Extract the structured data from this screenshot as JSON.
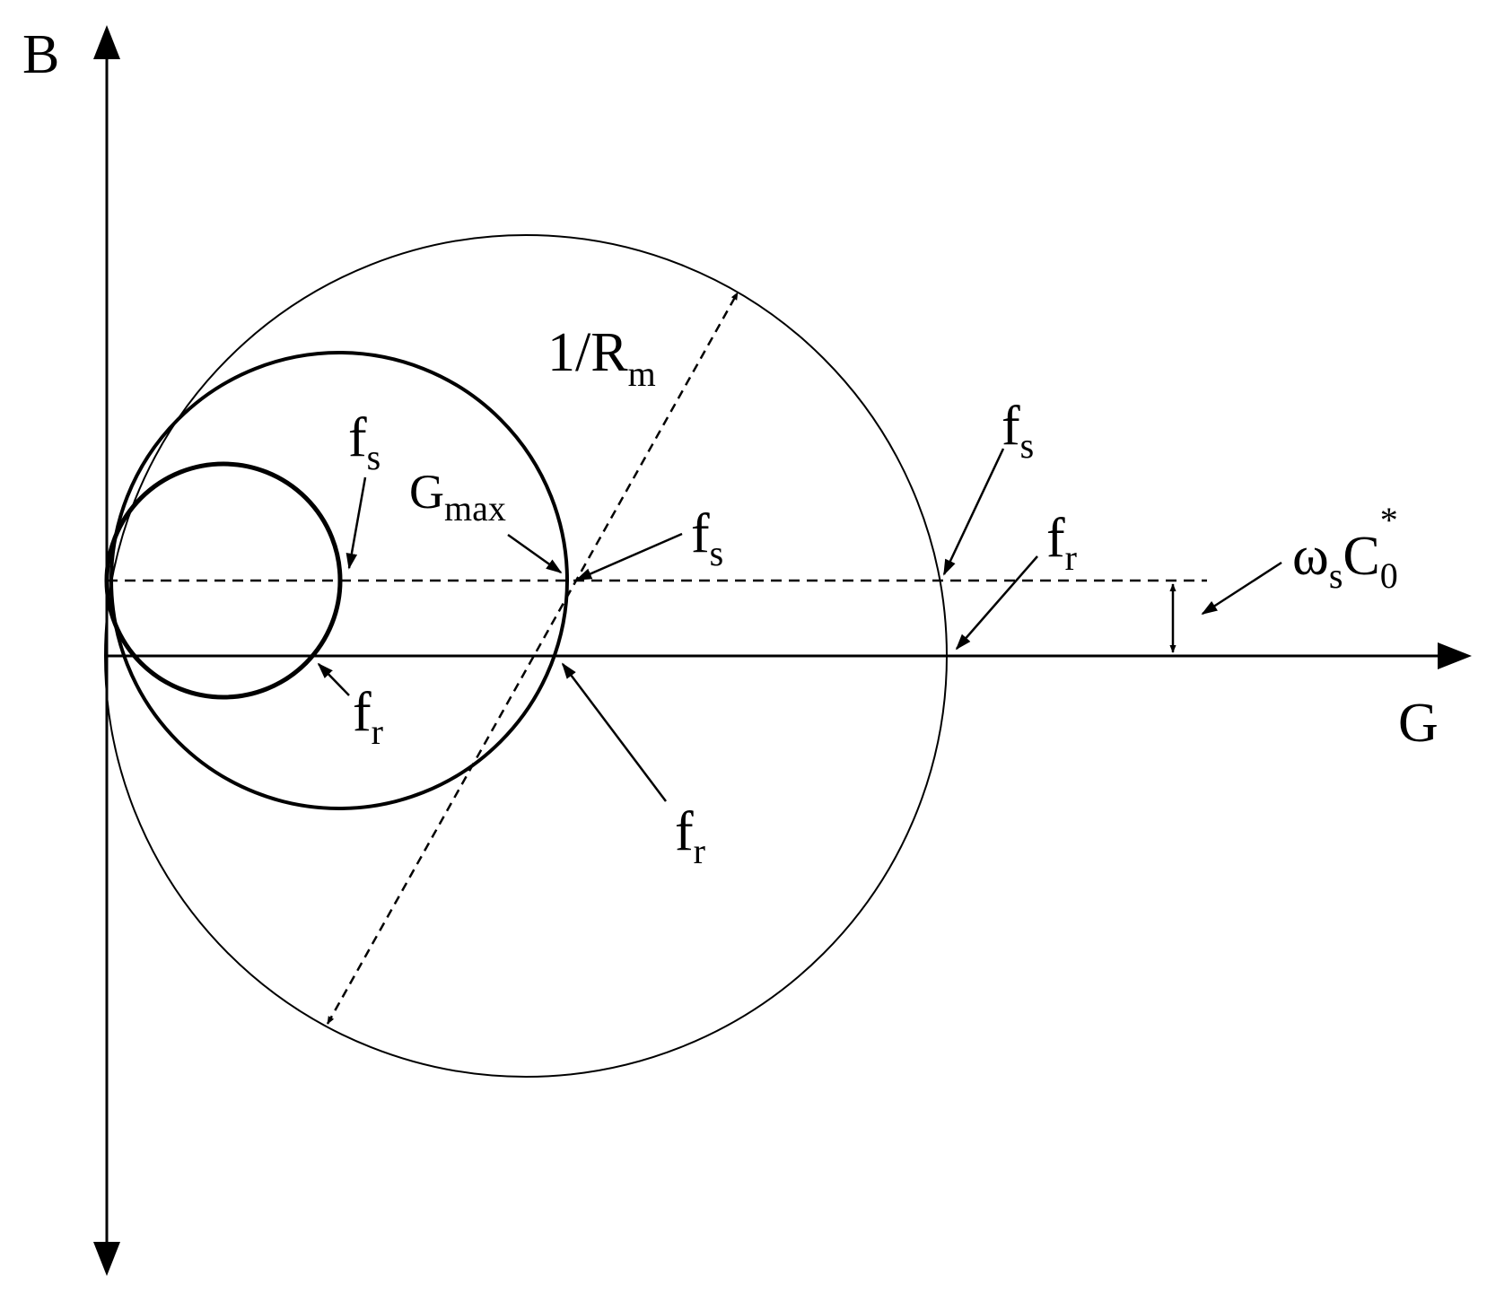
{
  "axes": {
    "y_label": "B",
    "x_label": "G"
  },
  "labels": {
    "inv_rm": {
      "main": "1/R",
      "sub": "m"
    },
    "gmax": {
      "main": "G",
      "sub": "max"
    },
    "fs_small": {
      "main": "f",
      "sub": "s"
    },
    "fr_small": {
      "main": "f",
      "sub": "r"
    },
    "fs_mid": {
      "main": "f",
      "sub": "s"
    },
    "fr_mid": {
      "main": "f",
      "sub": "r"
    },
    "fs_large": {
      "main": "f",
      "sub": "s"
    },
    "fr_large": {
      "main": "f",
      "sub": "r"
    },
    "omega": {
      "main1": "ω",
      "sub1": "s",
      "main2": "C",
      "sub2": "0",
      "sup2": "*"
    }
  },
  "colors": {
    "ink": "#000000",
    "background": "#ffffff"
  }
}
